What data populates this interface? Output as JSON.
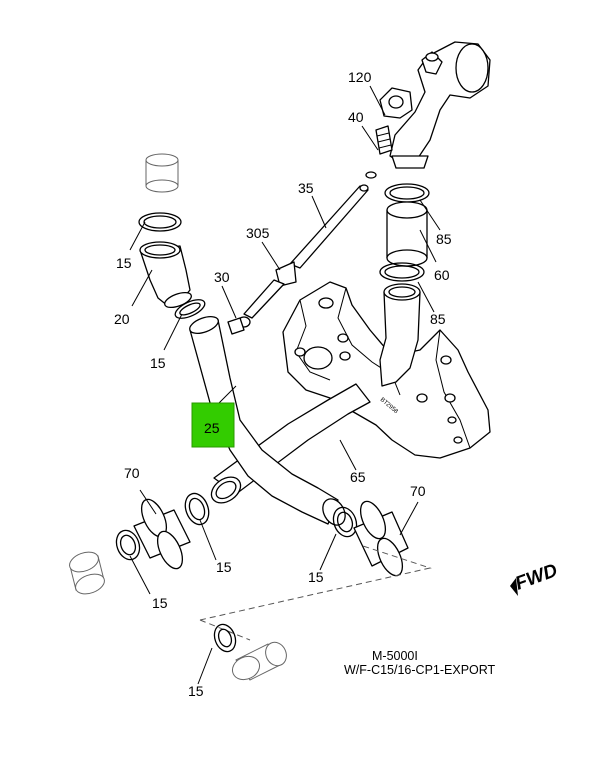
{
  "highlight_color": "#33cc00",
  "callouts": {
    "c120": "120",
    "c40": "40",
    "c35": "35",
    "c305": "305",
    "c30": "30",
    "c85a": "85",
    "c60": "60",
    "c85b": "85",
    "c15_a": "15",
    "c20": "20",
    "c15_b": "15",
    "c25": "25",
    "c65": "65",
    "c70_left": "70",
    "c70_right": "70",
    "c15_c": "15",
    "c15_d": "15",
    "c15_e": "15",
    "c15_f": "15"
  },
  "caption": {
    "line1": "M-5000I",
    "line2": "W/F-C15/16-CP1-EXPORT"
  },
  "fwd_label": "FWD",
  "frame_label": "BT2958"
}
